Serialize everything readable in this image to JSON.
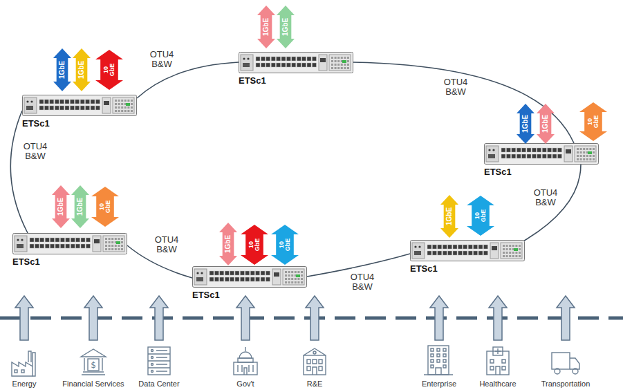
{
  "diagram": {
    "nodes": [
      {
        "text": [
          "ETSc1"
        ]
      },
      {
        "text": [
          "ETSc1"
        ]
      },
      {
        "text": [
          "ETSc1"
        ]
      },
      {
        "text": [
          "ETSc1"
        ]
      },
      {
        "text": [
          "ETSc1"
        ]
      },
      {
        "text": [
          "ETSc1"
        ]
      },
      {
        "text": [
          "1GbE"
        ]
      },
      {
        "text": [
          "1GbE"
        ]
      },
      {
        "text": [
          "10 GbE"
        ]
      },
      {
        "text": [
          "1GbE"
        ]
      },
      {
        "text": [
          "1GbE"
        ]
      },
      {
        "text": [
          "1GbE"
        ]
      },
      {
        "text": [
          "1GbE"
        ]
      },
      {
        "text": [
          "10 GbE"
        ]
      },
      {
        "text": [
          "1GbE"
        ]
      },
      {
        "text": [
          "10 GbE"
        ]
      },
      {
        "text": [
          "1GbE"
        ]
      },
      {
        "text": [
          "10 GbE"
        ]
      },
      {
        "text": [
          "10 GbE"
        ]
      },
      {
        "text": [
          "1GbE"
        ]
      },
      {
        "text": [
          "1GbE"
        ]
      },
      {
        "text": [
          "10 GbE"
        ]
      }
    ],
    "edges": [
      {
        "from": 0,
        "to": 1,
        "label": "OTU4 B&W",
        "arrow": "none"
      },
      {
        "from": 1,
        "to": 2,
        "label": "OTU4 B&W",
        "arrow": "none"
      },
      {
        "from": 2,
        "to": 3,
        "label": "OTU4 B&W",
        "arrow": "none"
      },
      {
        "from": 3,
        "to": 4,
        "label": "OTU4 B&W",
        "arrow": "none"
      },
      {
        "from": 4,
        "to": 5,
        "label": "OTU4 B&W",
        "arrow": "none"
      },
      {
        "from": 5,
        "to": 0,
        "label": "OTU4 B&W",
        "arrow": "none"
      }
    ],
    "labels": [
      "Energy",
      "Financial Services",
      "Data Center",
      "Gov't",
      "R&E",
      "Enterprise",
      "Healthcare",
      "Transportation"
    ]
  }
}
